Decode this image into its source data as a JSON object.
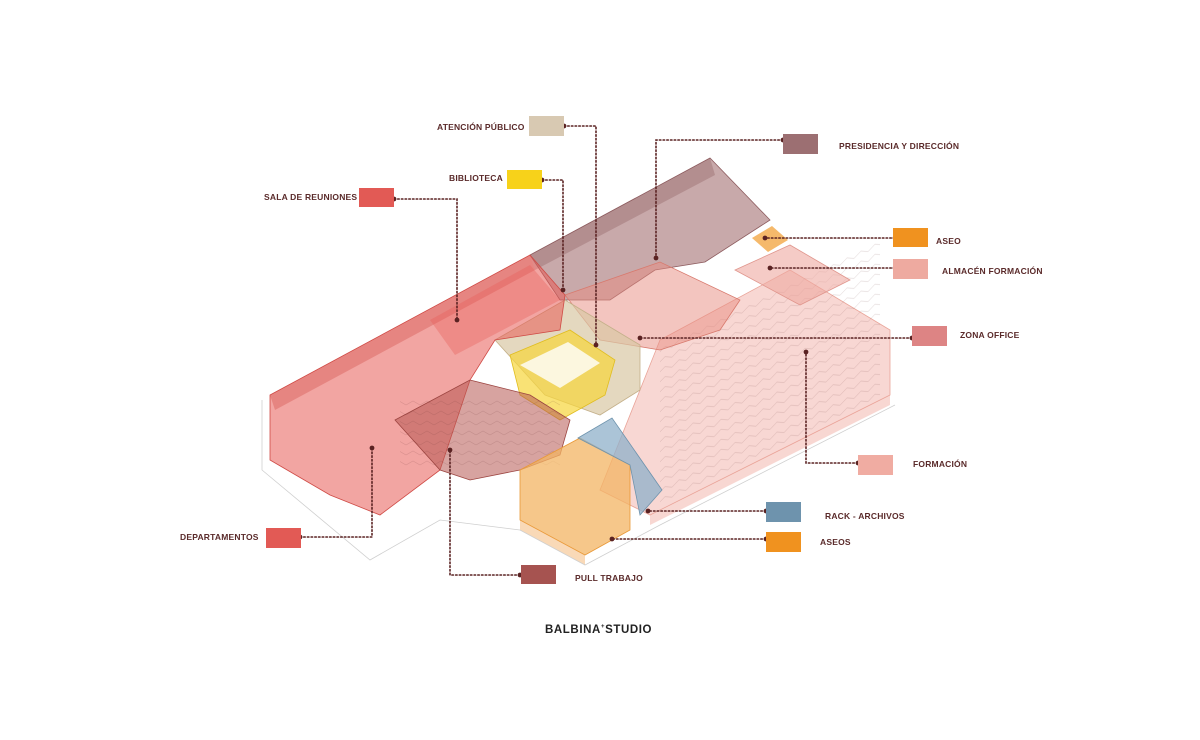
{
  "legend": [
    {
      "key": "atencion",
      "label": "ATENCIÓN PÚBLICO",
      "color": "#d8c9b2"
    },
    {
      "key": "presidencia",
      "label": "PRESIDENCIA Y DIRECCIÓN",
      "color": "#9c6f72"
    },
    {
      "key": "biblioteca",
      "label": "BIBLIOTECA",
      "color": "#f7d21a"
    },
    {
      "key": "sala",
      "label": "SALA DE REUNIONES",
      "color": "#e25a55"
    },
    {
      "key": "aseo",
      "label": "ASEO",
      "color": "#f0921f"
    },
    {
      "key": "almacen",
      "label": "ALMACÉN FORMACIÓN",
      "color": "#eeaaa0"
    },
    {
      "key": "office",
      "label": "ZONA OFFICE",
      "color": "#dd8484"
    },
    {
      "key": "formacion",
      "label": "FORMACIÓN",
      "color": "#f0aca2"
    },
    {
      "key": "rack",
      "label": "RACK - ARCHIVOS",
      "color": "#6e93ad"
    },
    {
      "key": "aseos",
      "label": "ASEOS",
      "color": "#f0921f"
    },
    {
      "key": "departamentos",
      "label": "DEPARTAMENTOS",
      "color": "#e25a55"
    },
    {
      "key": "pull",
      "label": "PULL TRABAJO",
      "color": "#a65350"
    }
  ],
  "brand": {
    "name": "BALBINA",
    "mark": "+",
    "suffix": "STUDIO"
  },
  "colors": {
    "leader": "#5a2222",
    "text": "#5a2a2a"
  }
}
